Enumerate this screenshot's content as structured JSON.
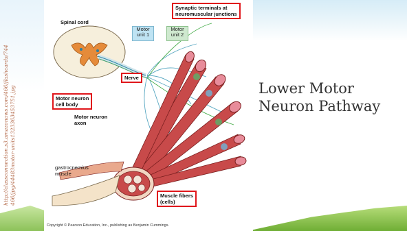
{
  "slide": {
    "title_line1": "Lower Motor",
    "title_line2": "Neuron Pathway",
    "vertical_url_line1": "http://classconnection.s3.amazonaws.com/466/flashcards/744",
    "vertical_url_line2": "466/jpg/44483motor-units1323363453751.jpg"
  },
  "figure": {
    "labels": {
      "spinal_cord": "Spinal cord",
      "motor_unit_1_line1": "Motor",
      "motor_unit_1_line2": "unit 1",
      "motor_unit_2_line1": "Motor",
      "motor_unit_2_line2": "unit 2",
      "synaptic_line1": "Synaptic terminals at",
      "synaptic_line2": "neuromuscular junctions",
      "nerve": "Nerve",
      "motor_neuron_cell_body_line1": "Motor neuron",
      "motor_neuron_cell_body_line2": "cell body",
      "motor_neuron_axon_line1": "Motor neuron",
      "motor_neuron_axon_line2": "axon",
      "gastrocnemius_line1": "gastrocnemius",
      "gastrocnemius_line2": "muscle",
      "muscle_fibers_line1": "Muscle fibers",
      "muscle_fibers_line2": "(cells)",
      "copyright": "Copyright © Pearson Education, Inc., publishing as Benjamin Cummings."
    }
  },
  "colors": {
    "highlight_box": "#e0161b",
    "muscle": "#c84a4a",
    "unit1": "#bfe3f3",
    "unit2": "#cfe9cf",
    "title_text": "#333333",
    "url_text": "#b46a4a"
  }
}
